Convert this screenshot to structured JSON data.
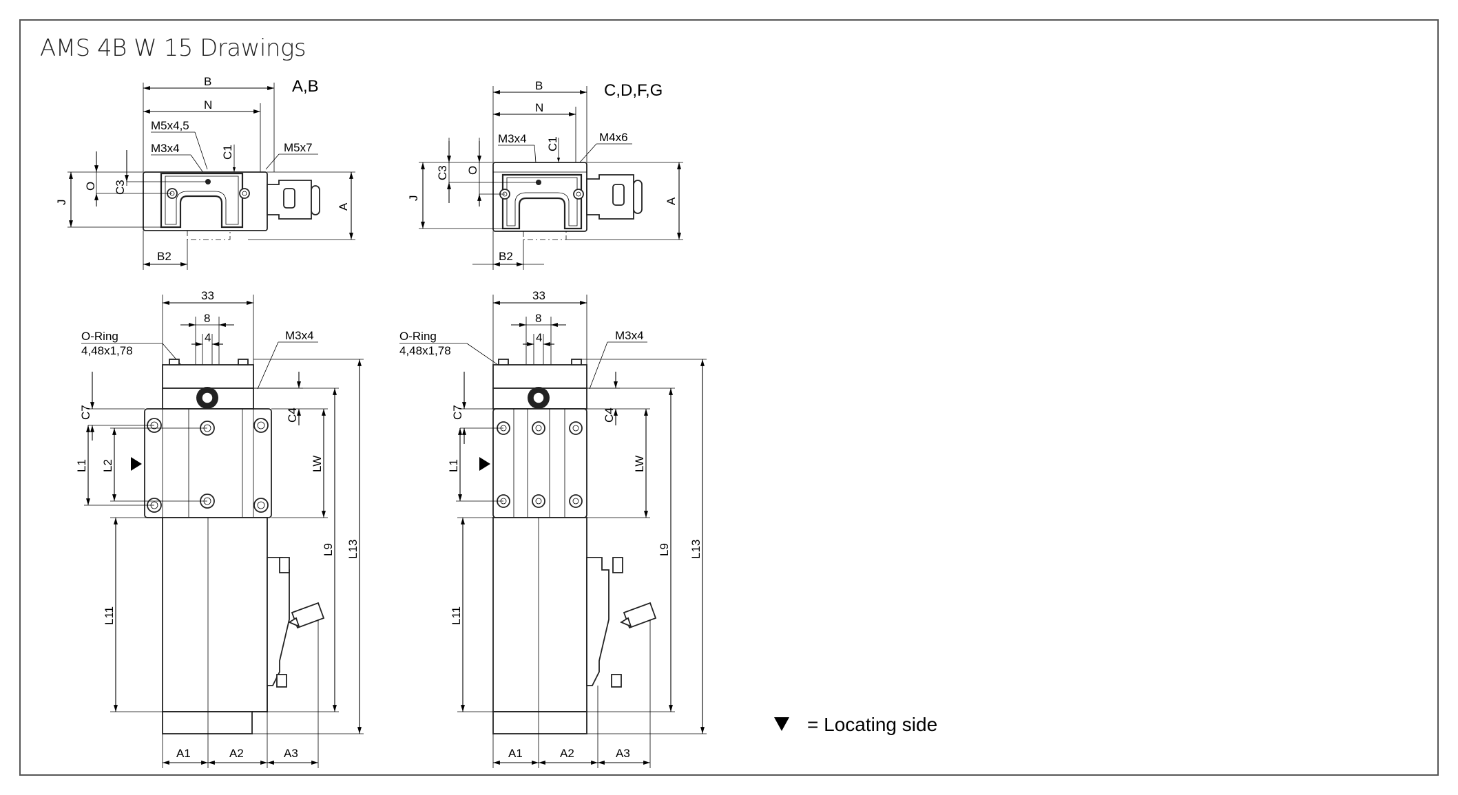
{
  "title": "AMS 4B W 15 Drawings",
  "views": {
    "left_top": {
      "variant": "A,B",
      "labels": {
        "B": "B",
        "N": "N",
        "m54": "M5x4,5",
        "m34": "M3x4",
        "c1": "C1",
        "m57": "M5x7",
        "o": "O",
        "c3": "C3",
        "j": "J",
        "a": "A",
        "b2": "B2"
      }
    },
    "right_top": {
      "variant": "C,D,F,G",
      "labels": {
        "B": "B",
        "N": "N",
        "m34": "M3x4",
        "c1": "C1",
        "m46": "M4x6",
        "c3": "C3",
        "o": "O",
        "j": "J",
        "a": "A",
        "b2": "B2"
      }
    },
    "left_bottom": {
      "labels": {
        "d33": "33",
        "d8": "8",
        "d4": "4",
        "oring": "O-Ring",
        "oring_size": "4,48x1,78",
        "m34": "M3x4",
        "c7": "C7",
        "c4": "C4",
        "l1": "L1",
        "l2": "L2",
        "lw": "LW",
        "l9": "L9",
        "l13": "L13",
        "l11": "L11",
        "a1": "A1",
        "a2": "A2",
        "a3": "A3"
      }
    },
    "right_bottom": {
      "labels": {
        "d33": "33",
        "d8": "8",
        "d4": "4",
        "oring": "O-Ring",
        "oring_size": "4,48x1,78",
        "m34": "M3x4",
        "c7": "C7",
        "c4": "C4",
        "l1": "L1",
        "lw": "LW",
        "l9": "L9",
        "l13": "L13",
        "l11": "L11",
        "a1": "A1",
        "a2": "A2",
        "a3": "A3"
      }
    }
  },
  "legend": {
    "symbol": "▼",
    "text": "= Locating side"
  }
}
